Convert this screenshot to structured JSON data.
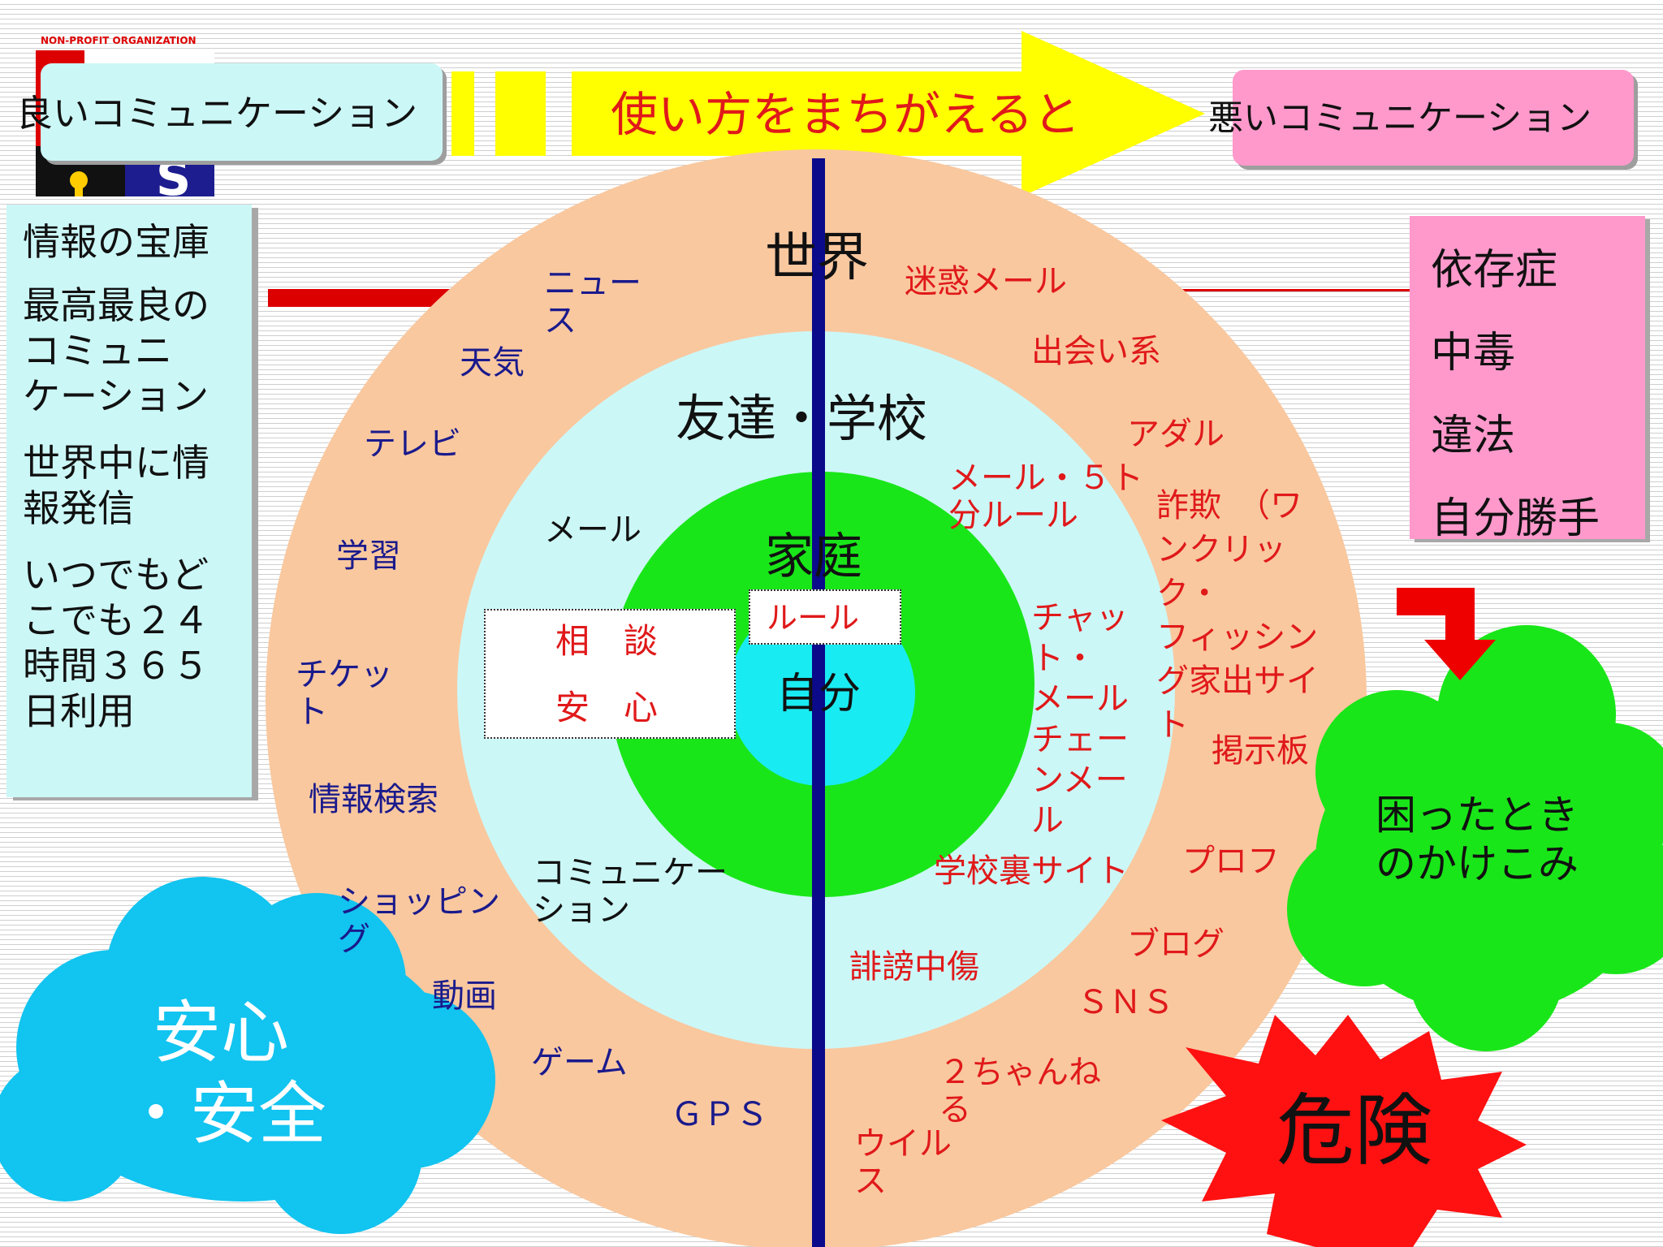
{
  "org_label": "NON-PROFIT ORGANIZATION",
  "colors": {
    "outer_ring": "#f9c89f",
    "middle_ring": "#ccf7f7",
    "inner_ring": "#19e619",
    "core": "#19ebf2",
    "divider": "#0a0a8a",
    "arrow": "#ffff00",
    "good_box": "#ccf7f7",
    "bad_box": "#ff99cc",
    "safe_cloud": "#12c4f0",
    "help_cloud": "#19e619",
    "danger_burst": "#ff1111"
  },
  "header": {
    "good_label": "良いコミュニケーション",
    "arrow_label": "使い方をまちがえると",
    "bad_label": "悪いコミュニケーション"
  },
  "left_panel": {
    "items": [
      "情報の宝庫",
      "最高最良の",
      "コミュニ",
      "ケーション",
      "世界中に情",
      "報発信",
      "いつでもど",
      "こでも２４",
      "時間３６５",
      "日利用"
    ]
  },
  "right_panel": {
    "items": [
      "依存症",
      "中毒",
      "違法",
      "自分勝手"
    ]
  },
  "rings": {
    "world": "世界",
    "friends": "友達・学校",
    "family": "家庭",
    "self": "自分",
    "rule": "ルール",
    "consult": "相　談",
    "relief": "安　心"
  },
  "good_items": {
    "news_1": "ニュー",
    "news_2": "ス",
    "weather": "天気",
    "tv": "テレビ",
    "study": "学習",
    "ticket_1": "チケッ",
    "ticket_2": "ト",
    "search": "情報検索",
    "shopping_1": "ショッピン",
    "shopping_2": "グ",
    "video": "動画",
    "game": "ゲーム",
    "gps": "ＧＰＳ",
    "mail": "メール",
    "communication_1": "コミュニケー",
    "communication_2": "ション"
  },
  "bad_items": {
    "spam": "迷惑メール",
    "dating": "出会い系",
    "adult": "アダル",
    "rule5_1": "メール・５ト",
    "rule5_2": "分ルール",
    "fraud_1": "詐欺　（ワ",
    "fraud_2": "ンクリッ",
    "fraud_3": "ク・",
    "fraud_4": "フィッシン",
    "fraud_5": "グ家出サイ",
    "fraud_6": "ト",
    "chat_1": "チャッ",
    "chat_2": "ト・",
    "chat_3": "メール",
    "chat_4": "チェー",
    "chat_5": "ンメー",
    "chat_6": "ル",
    "board": "掲示板",
    "school_site": "学校裏サイト",
    "profile": "プロフ",
    "blog": "ブログ",
    "sns": "ＳＮＳ",
    "slander": "誹謗中傷",
    "ch2_1": "２ちゃんね",
    "ch2_2": "る",
    "virus_1": "ウイル",
    "virus_2": "ス"
  },
  "callouts": {
    "safe_1": "安心",
    "safe_2": "・安全",
    "help_1": "困ったとき",
    "help_2": "のかけこみ",
    "danger": "危険"
  }
}
